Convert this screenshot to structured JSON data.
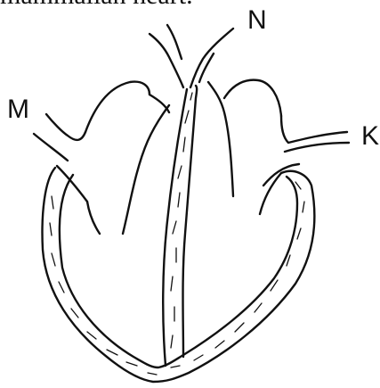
{
  "caption": "mammalian heart.",
  "labels": {
    "n": "N",
    "m": "M",
    "k": "K"
  },
  "colors": {
    "ink": "#111111",
    "background": "#ffffff"
  }
}
